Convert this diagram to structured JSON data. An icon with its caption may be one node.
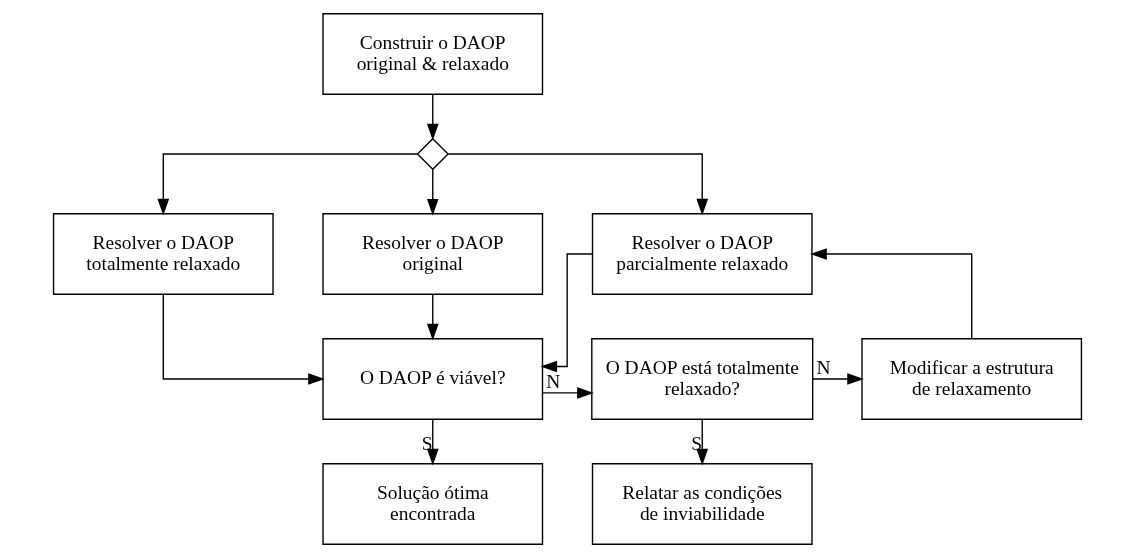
{
  "diagram": {
    "nodes": [
      {
        "text": [
          "Construir o DAOP original & relaxado"
        ]
      },
      {
        "text": [],
        "shape": "diamond"
      },
      {
        "text": [
          "Resolver o DAOP totalmente relaxado"
        ]
      },
      {
        "text": [
          "Resolver o DAOP original"
        ]
      },
      {
        "text": [
          "Resolver o DAOP parcialmente relaxado"
        ]
      },
      {
        "text": [
          "O DAOP é viável?"
        ]
      },
      {
        "text": [
          "O DAOP está totalmente relaxado?"
        ]
      },
      {
        "text": [
          "Modificar a estrutura de relaxamento"
        ]
      },
      {
        "text": [
          "Solução ótima encontrada"
        ]
      },
      {
        "text": [
          "Relatar as condições de inviabilidade"
        ]
      }
    ],
    "edges": [
      {
        "from": 0,
        "to": 1,
        "arrow": "to"
      },
      {
        "from": 1,
        "to": 2,
        "arrow": "to"
      },
      {
        "from": 1,
        "to": 3,
        "arrow": "to"
      },
      {
        "from": 1,
        "to": 4,
        "arrow": "to"
      },
      {
        "from": 2,
        "to": 5,
        "arrow": "to"
      },
      {
        "from": 3,
        "to": 5,
        "arrow": "to"
      },
      {
        "from": 4,
        "to": 5,
        "arrow": "to"
      },
      {
        "from": 5,
        "to": 6,
        "label": "N",
        "arrow": "to"
      },
      {
        "from": 6,
        "to": 7,
        "label": "N",
        "arrow": "to"
      },
      {
        "from": 7,
        "to": 4,
        "arrow": "to"
      },
      {
        "from": 5,
        "to": 8,
        "label": "S",
        "arrow": "to"
      },
      {
        "from": 6,
        "to": 9,
        "label": "S",
        "arrow": "to"
      }
    ]
  }
}
